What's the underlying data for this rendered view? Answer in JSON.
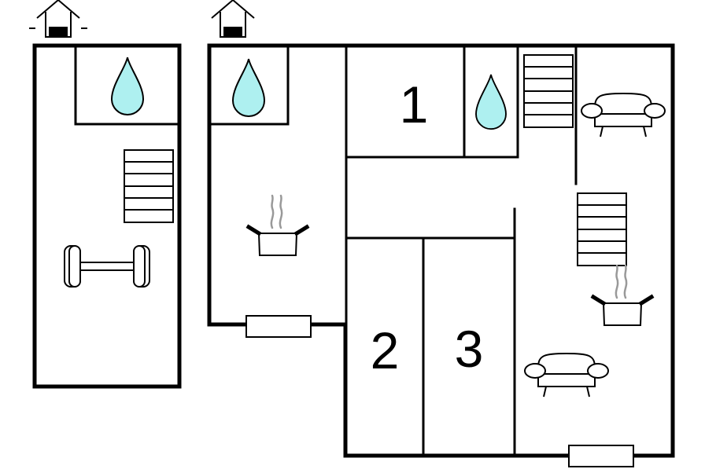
{
  "floorplan": {
    "room_labels": {
      "room_1": "1",
      "room_2": "2",
      "room_3": "3"
    },
    "icons": [
      "entrance-icon",
      "shower-drop-icon",
      "stairs-icon",
      "dumbbell-icon",
      "cooking-pot-icon",
      "sofa-icon",
      "window-icon"
    ],
    "colors": {
      "walls": "#000000",
      "water_drop": "#aef0f0",
      "steam": "#999999",
      "background": "#ffffff"
    }
  }
}
